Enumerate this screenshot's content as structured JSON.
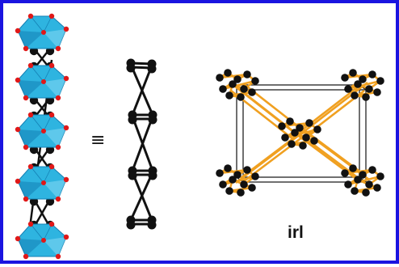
{
  "figure": {
    "equivalence_symbol": "≡",
    "topology_label": "irl",
    "colors": {
      "border": "#1a14e0",
      "polyhedron": "#2eb4e0",
      "polyhedron_dark": "#1480b4",
      "oxygen": "#e01818",
      "node": "#111111",
      "framework_link": "#f0a020"
    },
    "panels": [
      {
        "name": "polyhedral-chain",
        "icon": "polyhedra-chain-icon"
      },
      {
        "name": "simplified-chain",
        "icon": "ball-stick-chain-icon"
      },
      {
        "name": "unit-cell-net",
        "icon": "framework-net-icon"
      }
    ]
  }
}
